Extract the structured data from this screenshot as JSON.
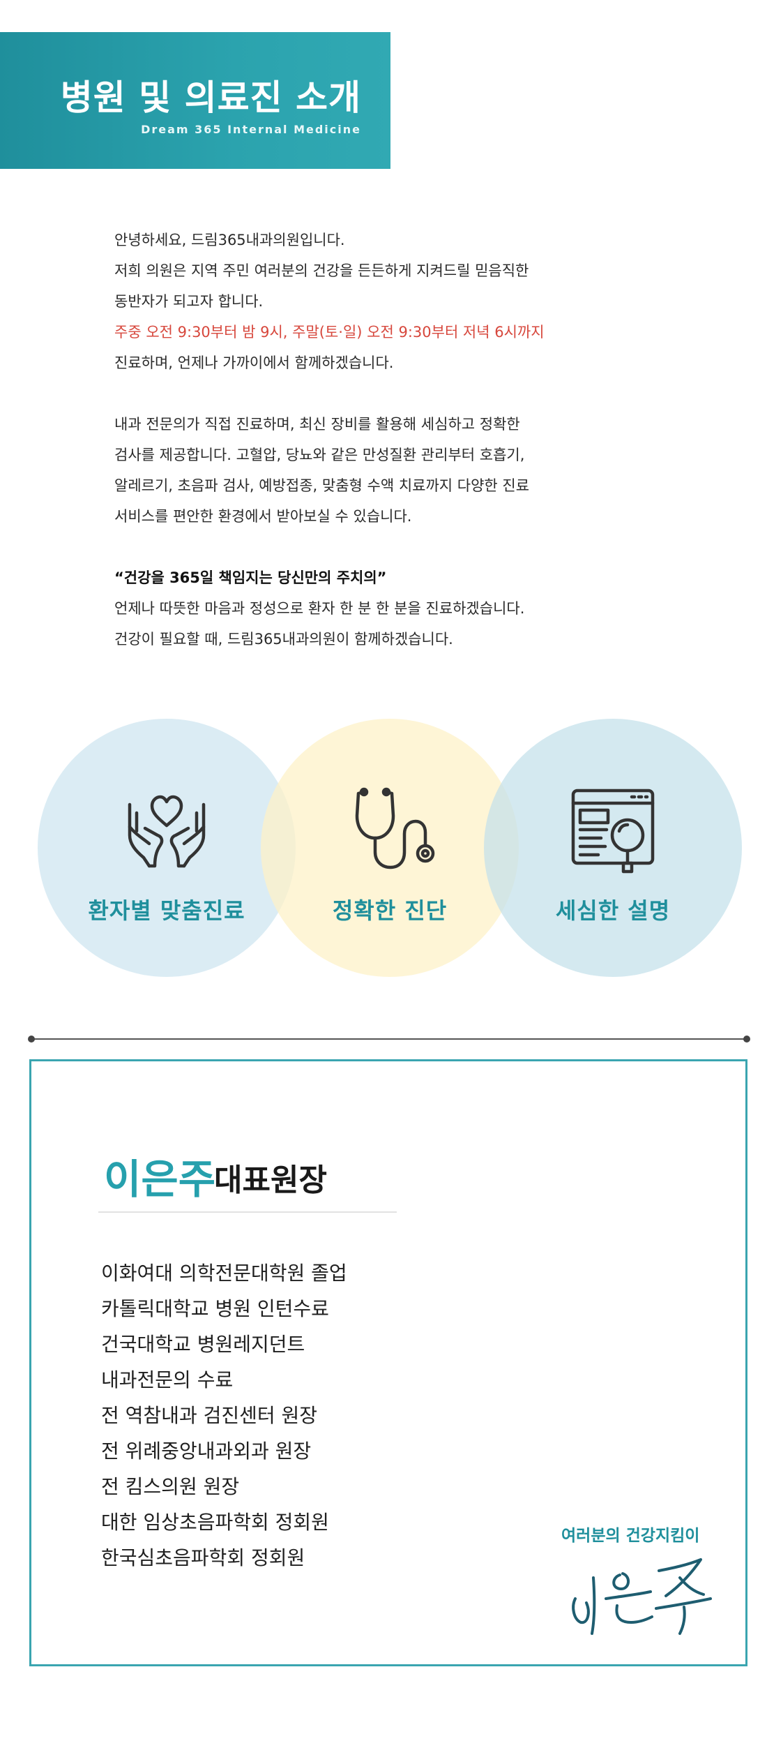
{
  "header": {
    "title": "병원 및 의료진 소개",
    "subtitle": "Dream 365 Internal Medicine",
    "accent_color": "#2ba3ae"
  },
  "intro": {
    "lines_1": [
      "안녕하세요, 드림365내과의원입니다.",
      "저희 의원은 지역 주민 여러분의 건강을 든든하게 지켜드릴 믿음직한",
      "동반자가 되고자 합니다."
    ],
    "hours_line": "주중 오전 9:30부터 밤 9시, 주말(토·일) 오전 9:30부터 저녁 6시까지",
    "hours_tail": "진료하며, 언제나 가까이에서 함께하겠습니다.",
    "lines_2": [
      "내과 전문의가 직접 진료하며, 최신 장비를 활용해 세심하고 정확한",
      "검사를 제공합니다. 고혈압, 당뇨와 같은 만성질환 관리부터 호흡기,",
      "알레르기, 초음파 검사, 예방접종, 맞춤형 수액 치료까지 다양한 진료",
      "서비스를 편안한 환경에서 받아보실 수 있습니다."
    ],
    "quote": "“건강을 365일 책임지는 당신만의 주치의”",
    "lines_3": [
      "언제나 따뜻한 마음과 정성으로 환자 한 분 한 분을 진료하겠습니다.",
      "건강이 필요할 때, 드림365내과의원이 함께하겠습니다."
    ],
    "highlight_color": "#d7473c"
  },
  "features": [
    {
      "label": "환자별 맞춤진료",
      "icon": "hands-heart-icon"
    },
    {
      "label": "정확한 진단",
      "icon": "stethoscope-icon"
    },
    {
      "label": "세심한 설명",
      "icon": "document-magnifier-icon"
    }
  ],
  "doctor": {
    "name": "이은주",
    "role": "대표원장",
    "career": [
      "이화여대 의학전문대학원 졸업",
      "카톨릭대학교 병원 인턴수료",
      "건국대학교 병원레지던트",
      "내과전문의 수료",
      "전 역참내과 검진센터 원장",
      "전 위례중앙내과외과 원장",
      "전 킴스의원 원장",
      "대한 임상초음파학회 정회원",
      "한국심초음파학회 정회원"
    ],
    "signature_caption": "여러분의 건강지킴이",
    "signature": "이은주"
  }
}
